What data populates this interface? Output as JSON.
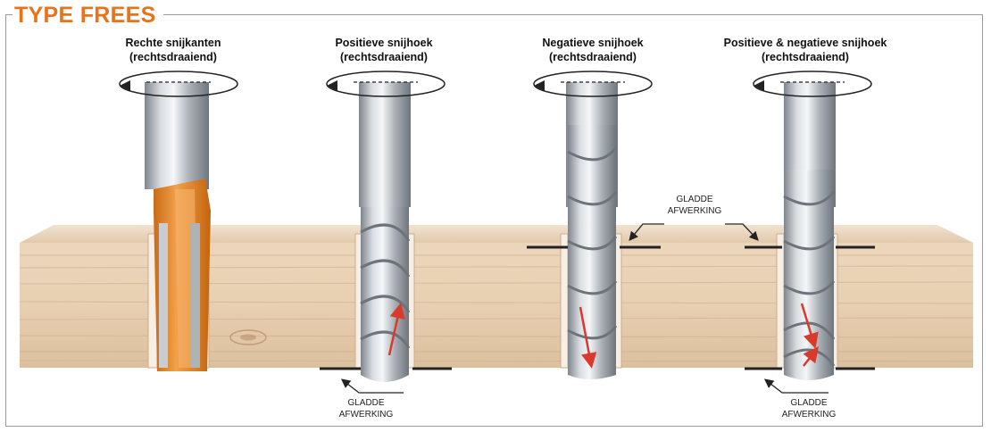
{
  "header": {
    "title": "TYPE FREES"
  },
  "cutters": [
    {
      "title": "Rechte snijkanten",
      "subtitle": "(rechtsdraaiend)"
    },
    {
      "title": "Positieve snijhoek",
      "subtitle": "(rechtsdraaiend)"
    },
    {
      "title": "Negatieve snijhoek",
      "subtitle": "(rechtsdraaiend)"
    },
    {
      "title": "Positieve & negatieve snijhoek",
      "subtitle": "(rechtsdraaiend)"
    }
  ],
  "annotations": {
    "top": {
      "line1": "GLADDE",
      "line2": "AFWERKING"
    },
    "bottom_left": {
      "line1": "GLADDE",
      "line2": "AFWERKING"
    },
    "bottom_right": {
      "line1": "GLADDE",
      "line2": "AFWERKING"
    }
  },
  "colors": {
    "accent": "#e8731a",
    "bit_orange": "#e88a2c",
    "steel": "#b8bcc2",
    "wood": "#e6cfb4",
    "arrow_red": "#d93a2b"
  }
}
